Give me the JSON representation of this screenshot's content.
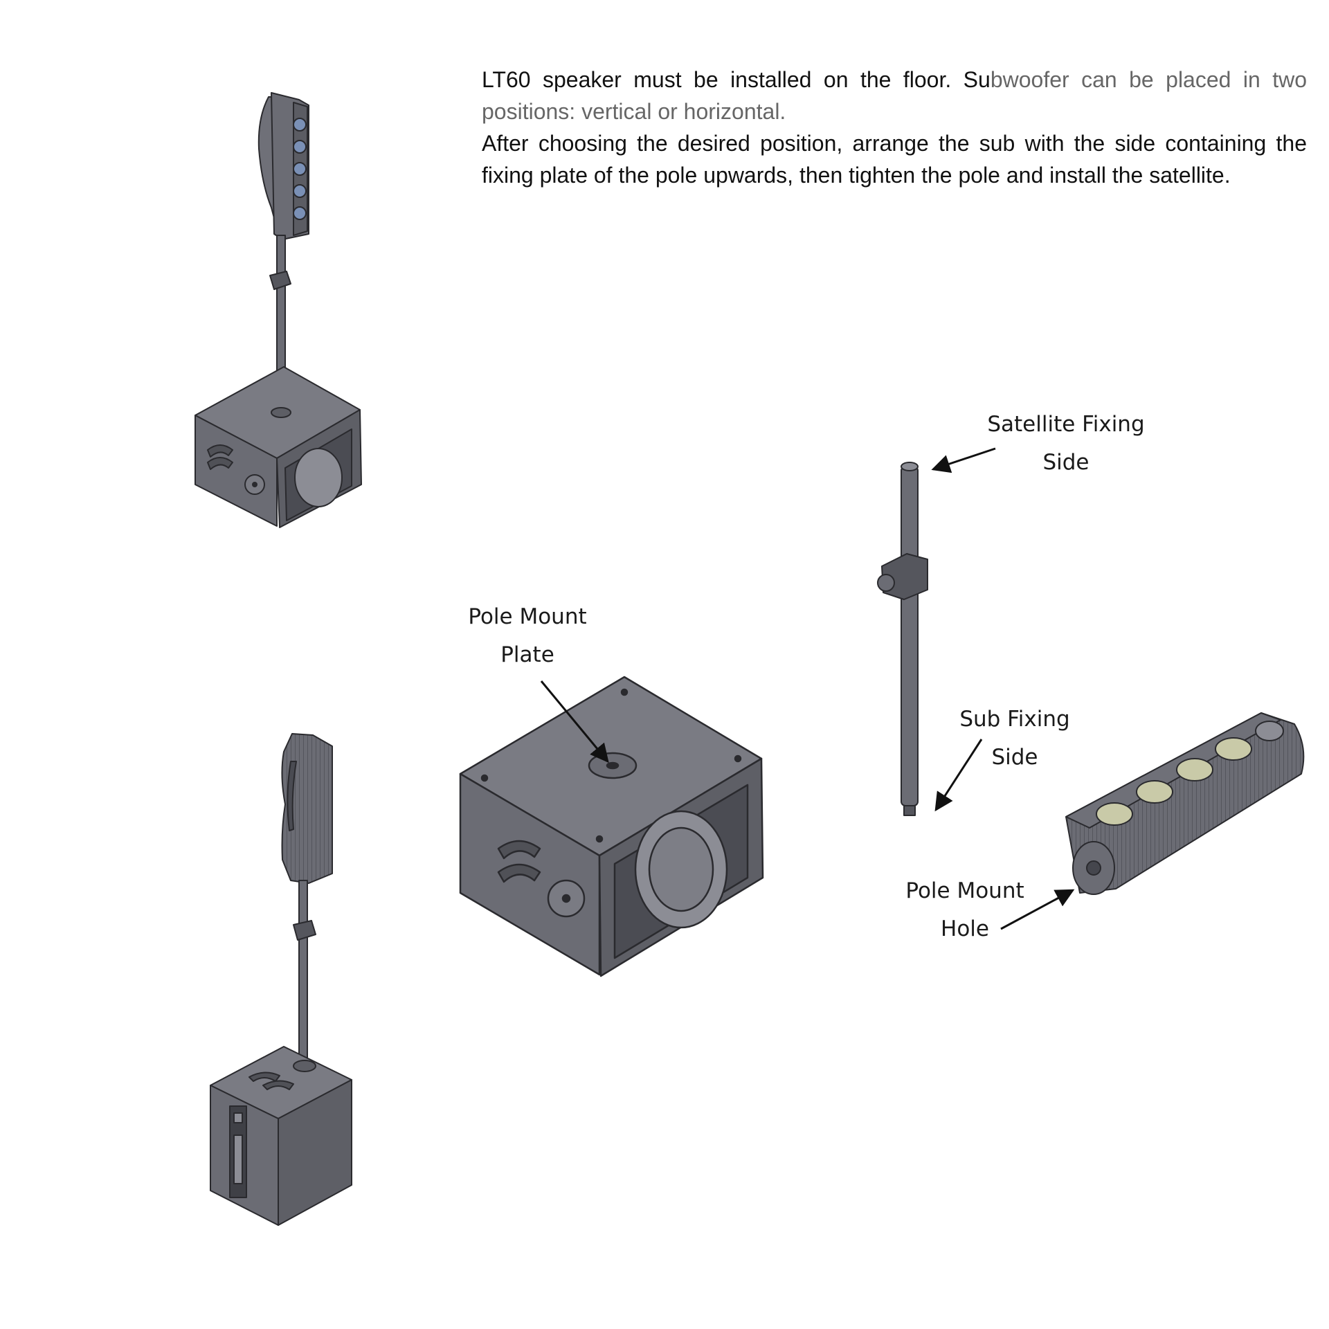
{
  "intro": {
    "line1_start": "LT60 speaker must be installed on the floor. Su",
    "line1_grey": "bwoofer can be placed in two positions: vertical or horizontal.",
    "line2": "After choosing the desired position, arrange the sub with the side containing the fixing plate of the pole upwards, then tighten the pole and install the satellite."
  },
  "callouts": {
    "satellite_fixing": [
      "Satellite Fixing",
      "Side"
    ],
    "sub_fixing": [
      "Sub Fixing",
      "Side"
    ],
    "pole_mount_plate": [
      "Pole Mount",
      "Plate"
    ],
    "pole_mount_hole": [
      "Pole Mount",
      "Hole"
    ]
  },
  "colors": {
    "body": "#6b6c74",
    "dark": "#45464d",
    "light": "#8c8d95",
    "driver": "#c9caa8",
    "line": "#2a2a2e"
  }
}
